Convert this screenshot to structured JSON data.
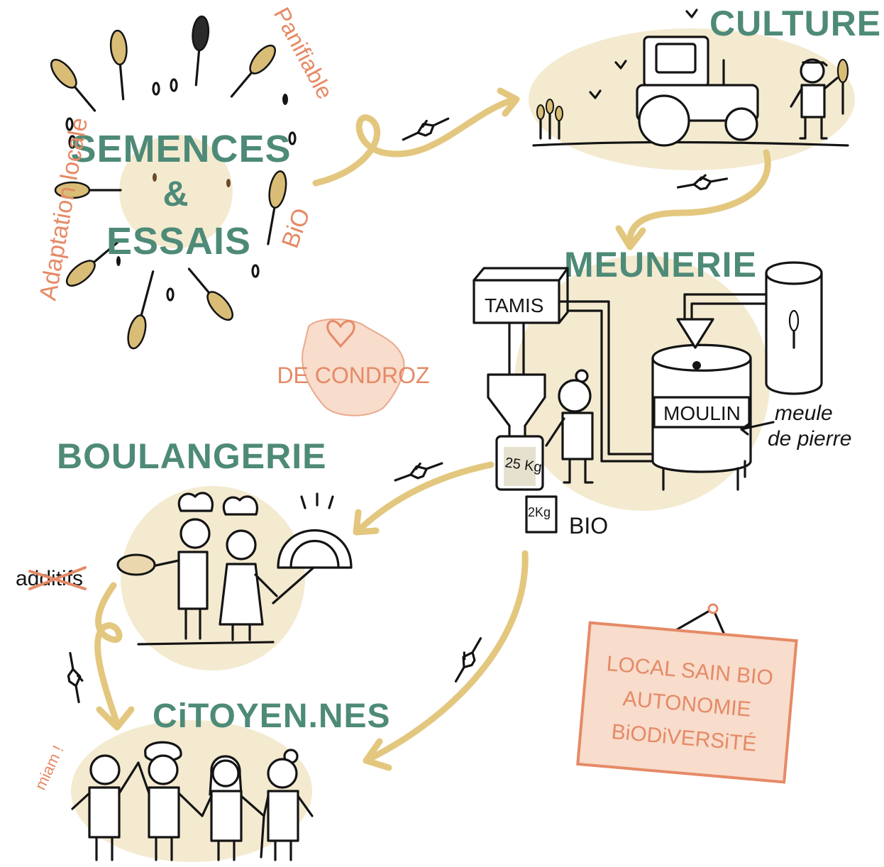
{
  "colors": {
    "title_green": "#4e8a78",
    "accent_salmon": "#e58a66",
    "arrow_gold": "#e3c77e",
    "blob_cream": "#f3ead0",
    "ink": "#141414"
  },
  "stages": {
    "semences": {
      "line1": "SEMENCES",
      "line2": "&",
      "line3": "ESSAIS"
    },
    "culture": {
      "title": "CULTURE"
    },
    "meunerie": {
      "title": "MEUNERIE"
    },
    "boulangerie": {
      "title": "BOULANGERIE"
    },
    "citoyens": {
      "title": "CiTOYEN.NES"
    }
  },
  "seed_notes": {
    "adaptation": "Adaptation locale",
    "panifiable": "Panifiable",
    "bio": "BiO"
  },
  "region": {
    "label": "DE CONDROZ",
    "icon": "heart-icon"
  },
  "mill": {
    "tamis": "TAMIS",
    "moulin": "MOULIN",
    "meule": "meule",
    "de_pierre": "de pierre",
    "bag_large": "25 Kg",
    "bag_small": "2Kg",
    "bio": "BIO"
  },
  "bakery": {
    "additifs": "additifs"
  },
  "citizens": {
    "miam": "miam !"
  },
  "sign": {
    "line1": "LOCAL SAIN BIO",
    "line2": "AUTONOMIE",
    "line3": "BiODiVERSiTÉ"
  }
}
